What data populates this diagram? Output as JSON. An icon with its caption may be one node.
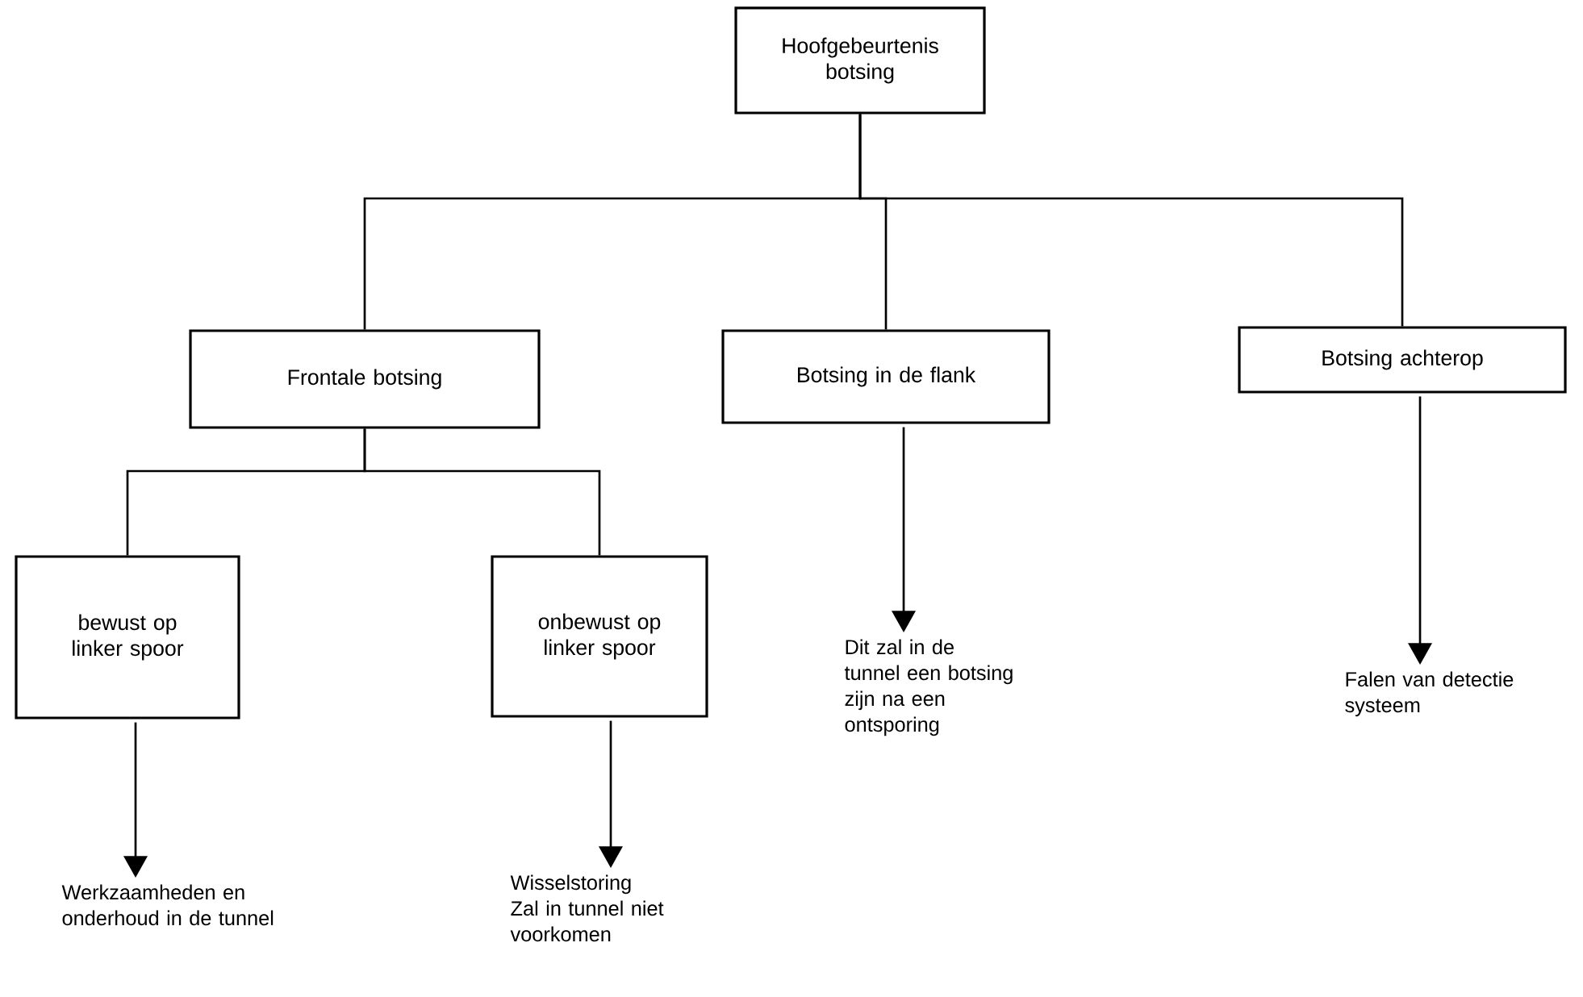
{
  "diagram": {
    "nodes": [
      {
        "text": [
          "Hoofgebeurtenis botsing"
        ]
      },
      {
        "text": [
          "Frontale botsing"
        ]
      },
      {
        "text": [
          "Botsing in de flank"
        ]
      },
      {
        "text": [
          "Botsing achterop"
        ]
      },
      {
        "text": [
          "bewust op linker spoor"
        ]
      },
      {
        "text": [
          "onbewust op linker spoor"
        ]
      },
      {
        "text": [
          "Werkzaamheden en onderhoud in de tunnel"
        ]
      },
      {
        "text": [
          "Wisselstoring Zal in tunnel niet voorkomen"
        ]
      },
      {
        "text": [
          "Dit zal in de tunnel een botsing zijn na een ontsporing"
        ]
      },
      {
        "text": [
          "Falen van detectie systeem"
        ]
      }
    ],
    "edges": [
      {
        "from": 0,
        "to": 1,
        "arrow": "none"
      },
      {
        "from": 0,
        "to": 2,
        "arrow": "none"
      },
      {
        "from": 0,
        "to": 3,
        "arrow": "none"
      },
      {
        "from": 1,
        "to": 4,
        "arrow": "none"
      },
      {
        "from": 1,
        "to": 5,
        "arrow": "none"
      },
      {
        "from": 4,
        "to": 6,
        "arrow": "to"
      },
      {
        "from": 5,
        "to": 7,
        "arrow": "to"
      },
      {
        "from": 2,
        "to": 8,
        "arrow": "to"
      },
      {
        "from": 3,
        "to": 9,
        "arrow": "to"
      }
    ]
  }
}
